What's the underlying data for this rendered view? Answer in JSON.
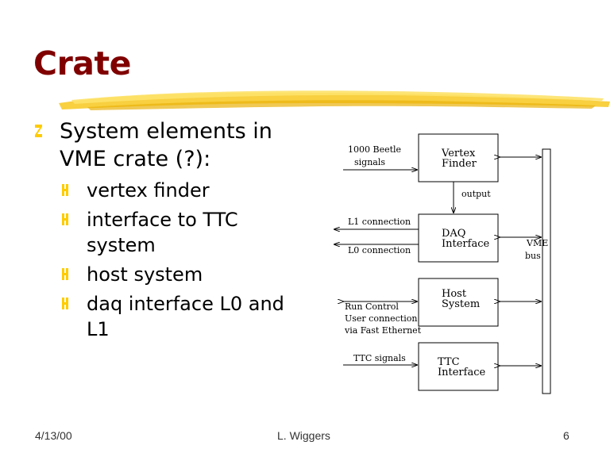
{
  "slide": {
    "title": "Crate",
    "accent_color": "#800000",
    "bullet_color": "#ffcc00",
    "bullets": {
      "main": {
        "line1": "System elements in",
        "line2": "VME crate (?):"
      },
      "sub": [
        {
          "lines": [
            "vertex finder"
          ]
        },
        {
          "lines": [
            "interface to TTC",
            "system"
          ]
        },
        {
          "lines": [
            "host system"
          ]
        },
        {
          "lines": [
            "daq interface L0 and",
            "L1"
          ]
        }
      ]
    },
    "diagram": {
      "boxes": {
        "vertex_finder": [
          "Vertex",
          "Finder"
        ],
        "daq_interface": [
          "DAQ",
          "Interface"
        ],
        "host_system": [
          "Host",
          "System"
        ],
        "ttc_interface": [
          "TTC",
          "Interface"
        ]
      },
      "labels": {
        "beetle": [
          "1000 Beetle",
          "signals"
        ],
        "output": "output",
        "l1": "L1 connection",
        "l0": "L0 connection",
        "run_control": [
          "Run Control",
          "User connection",
          "via Fast Ethernet"
        ],
        "ttc_signals": "TTC signals",
        "vme_bus": [
          "VME",
          "bus"
        ]
      }
    },
    "footer": {
      "date": "4/13/00",
      "author": "L. Wiggers",
      "page": "6"
    }
  }
}
